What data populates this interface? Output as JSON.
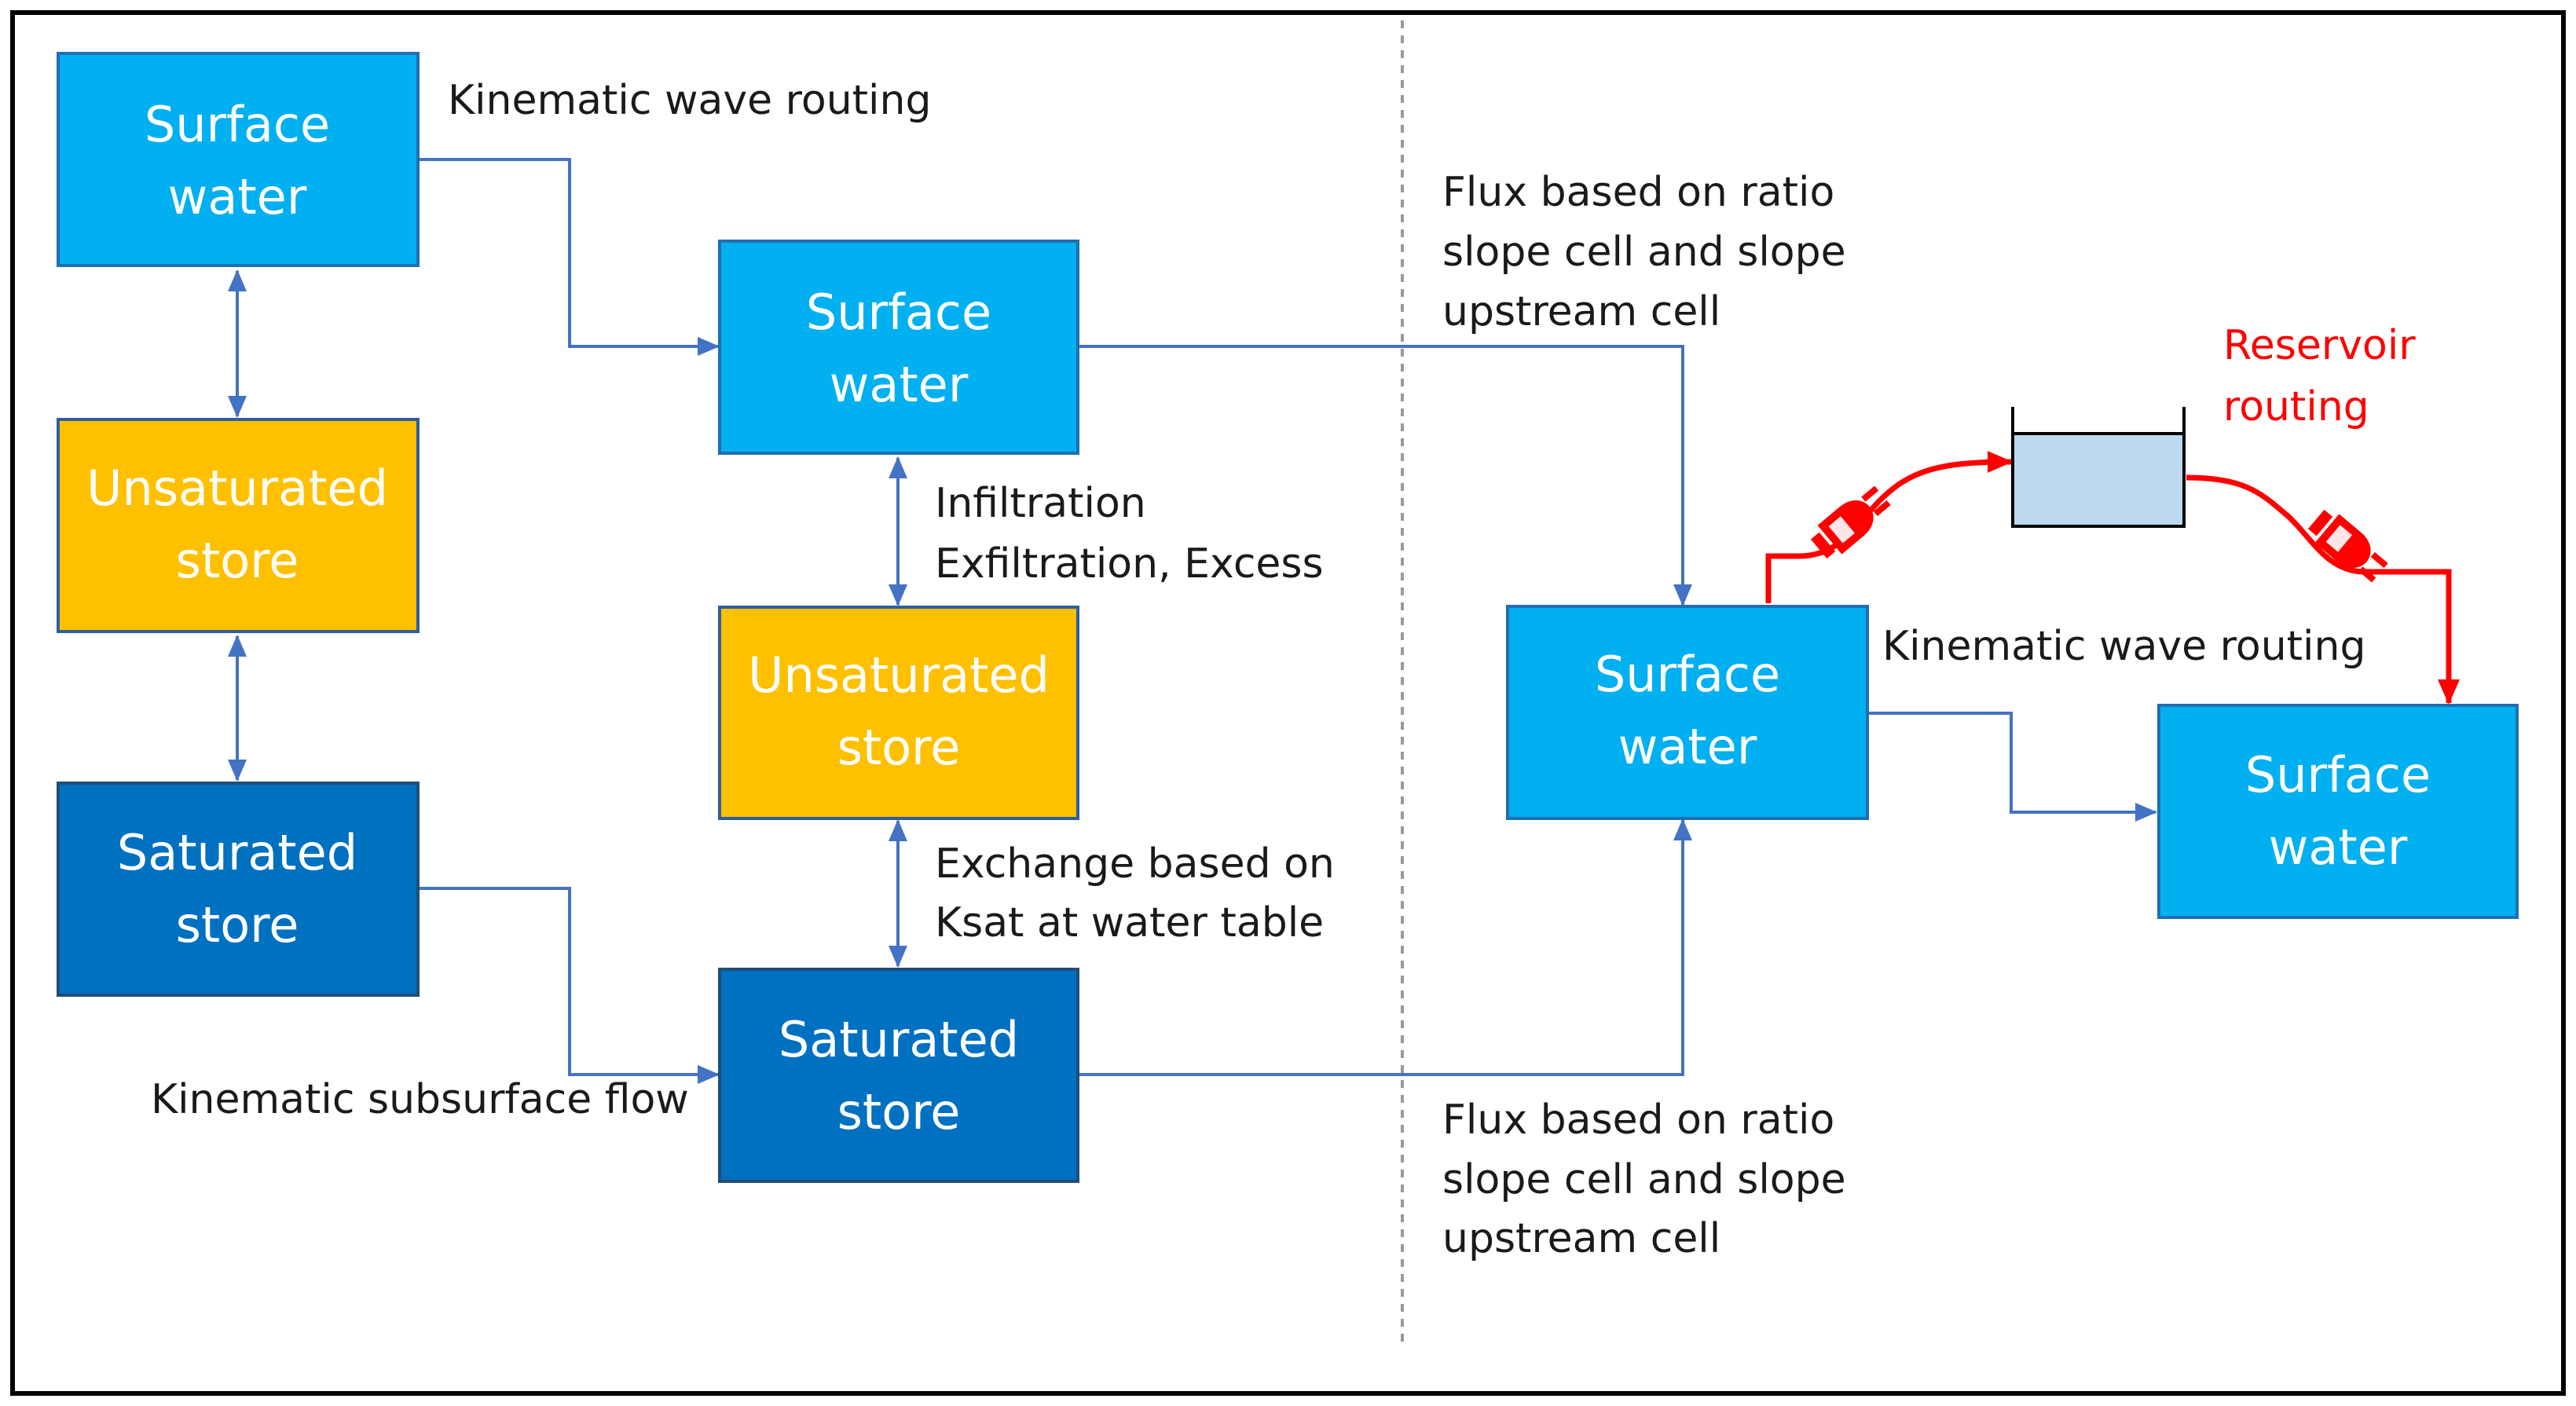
{
  "colors": {
    "surface": "#00b0f0",
    "surface_border": "#1f6fb5",
    "unsaturated": "#ffc000",
    "unsaturated_border": "#2e5e9e",
    "saturated": "#0070c0",
    "saturated_border": "#1f4e79",
    "connector": "#4472c4",
    "reservoir_flow": "#ff0000",
    "reservoir_fill": "#bdd7ee"
  },
  "boxes": {
    "col1_surface": [
      "Surface",
      "water"
    ],
    "col1_unsat": [
      "Unsaturated",
      "store"
    ],
    "col1_sat": [
      "Saturated",
      "store"
    ],
    "col2_surface": [
      "Surface",
      "water"
    ],
    "col2_unsat": [
      "Unsaturated",
      "store"
    ],
    "col2_sat": [
      "Saturated",
      "store"
    ],
    "col3_surface": [
      "Surface",
      "water"
    ],
    "col4_surface": [
      "Surface",
      "water"
    ]
  },
  "labels": {
    "kinematic_wave_top": "Kinematic wave routing",
    "infiltration": [
      "Infiltration",
      "Exfiltration, Excess"
    ],
    "exchange": [
      "Exchange based on",
      "Ksat at water table"
    ],
    "kinematic_subsurface": "Kinematic subsurface flow",
    "flux_top": [
      "Flux based on ratio",
      "slope cell and slope",
      "upstream cell"
    ],
    "flux_bottom": [
      "Flux based on ratio",
      "slope cell and slope",
      "upstream cell"
    ],
    "kinematic_wave_right": "Kinematic wave routing",
    "reservoir": [
      "Reservoir",
      "routing"
    ]
  },
  "icons": [
    "plug-icon",
    "plug-icon",
    "reservoir-tank-icon"
  ]
}
